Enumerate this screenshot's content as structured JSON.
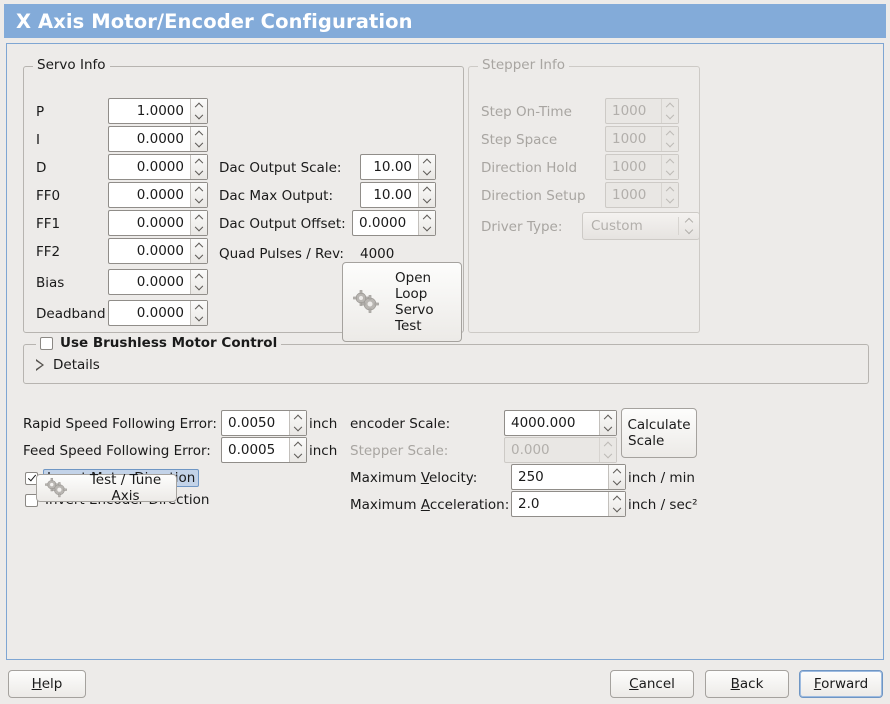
{
  "window": {
    "title": "X Axis Motor/Encoder Configuration"
  },
  "servo_info": {
    "legend": "Servo Info",
    "rows": [
      {
        "label": "P",
        "value": "1.0000"
      },
      {
        "label": "I",
        "value": "0.0000"
      },
      {
        "label": "D",
        "value": "0.0000"
      },
      {
        "label": "FF0",
        "value": "0.0000"
      },
      {
        "label": "FF1",
        "value": "0.0000"
      },
      {
        "label": "FF2",
        "value": "0.0000"
      },
      {
        "label": "Bias",
        "value": "0.0000"
      },
      {
        "label": "Deadband",
        "value": "0.0000"
      }
    ],
    "dac_output_scale_label": "Dac Output Scale:",
    "dac_output_scale_value": "10.00",
    "dac_max_output_label": "Dac Max Output:",
    "dac_max_output_value": "10.00",
    "dac_output_offset_label": "Dac Output Offset:",
    "dac_output_offset_value": "0.0000",
    "quad_pulses_label": "Quad Pulses / Rev:",
    "quad_pulses_value": "4000",
    "open_loop_button": [
      "Open",
      "Loop",
      "Servo",
      "Test"
    ]
  },
  "stepper_info": {
    "legend": "Stepper Info",
    "rows": [
      {
        "label": "Step On-Time",
        "value": "1000"
      },
      {
        "label": "Step Space",
        "value": "1000"
      },
      {
        "label": "Direction Hold",
        "value": "1000"
      },
      {
        "label": "Direction Setup",
        "value": "1000"
      }
    ],
    "driver_type_label": "Driver Type:",
    "driver_type_value": "Custom"
  },
  "brushless": {
    "checkbox_label": "Use Brushless Motor Control",
    "checked": false,
    "details_label": "Details"
  },
  "errors": {
    "rapid_label": "Rapid Speed Following Error:",
    "rapid_value": "0.0050",
    "rapid_unit": "inch",
    "feed_label": "Feed Speed Following Error:",
    "feed_value": "0.0005",
    "feed_unit": "inch"
  },
  "invert": {
    "motor_label": "Invert Motor Direction",
    "motor_checked": true,
    "encoder_label": "Invert Encoder Direction",
    "encoder_checked": false
  },
  "test_tune": {
    "label": "Test / Tune Axis"
  },
  "scales": {
    "encoder_scale_label": "encoder Scale:",
    "encoder_scale_value": "4000.000",
    "stepper_scale_label": "Stepper Scale:",
    "stepper_scale_value": "0.000",
    "calculate_button": [
      "Calculate",
      "Scale"
    ],
    "max_velocity_label_pre": "Maximum ",
    "max_velocity_label_key": "V",
    "max_velocity_label_post": "elocity:",
    "max_velocity_value": "250",
    "max_velocity_unit": "inch / min",
    "max_accel_label_pre": "Maximum ",
    "max_accel_label_key": "A",
    "max_accel_label_post": "cceleration:",
    "max_accel_value": "2.0",
    "max_accel_unit": "inch / sec²"
  },
  "footer": {
    "help_key": "H",
    "help_rest": "elp",
    "cancel_key": "C",
    "cancel_rest": "ancel",
    "back_key": "B",
    "back_rest": "ack",
    "forward_key": "F",
    "forward_rest": "orward"
  },
  "colors": {
    "titlebar": "#83abd9",
    "panel_background": "#edebe9",
    "panel_border": "#7fa6d3",
    "focus_highlight": "#c3d3e8"
  }
}
